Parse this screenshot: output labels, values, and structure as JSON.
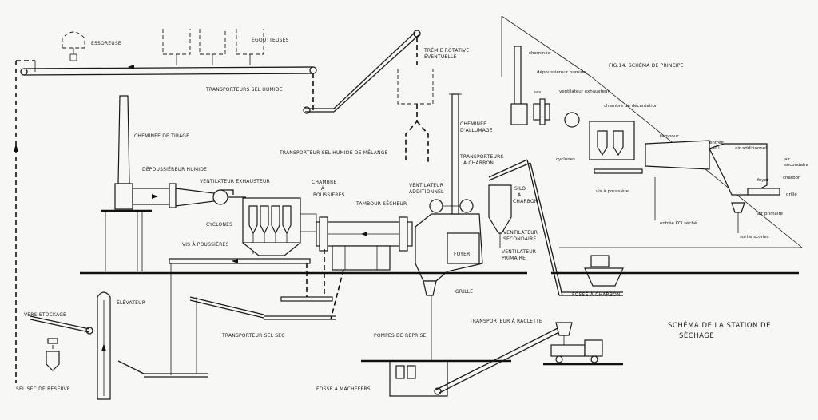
{
  "labels": {
    "essoreuse": "ESSOREUSE",
    "egoutteuses": "ÉGOUTTEUSES",
    "transporteurs_sel_humide": "TRANSPORTEURS SEL HUMIDE",
    "tremie_line1": "TRÉMIE ROTATIVE",
    "tremie_line2": "ÉVENTUELLE",
    "cheminee_tirage": "CHEMINÉE DE TIRAGE",
    "cheminee_allumage_1": "CHEMINÉE",
    "cheminee_allumage_2": "D'ALLUMAGE",
    "transporteur_sel_humide_melange": "TRANSPORTEUR SEL HUMIDE DE MÉLANGE",
    "transporteurs_charbon_1": "TRANSPORTEURS",
    "transporteurs_charbon_2": "À CHARBON",
    "depoussiereur_humide": "DÉPOUSSIÉREUR HUMIDE",
    "ventilateur_exhausteur": "VENTILATEUR EXHAUSTEUR",
    "chambre_1": "CHAMBRE",
    "chambre_2": "À",
    "chambre_3": "POUSSIÈRES",
    "ventilateur_additionnel_1": "VENTILATEUR",
    "ventilateur_additionnel_2": "ADDITIONNEL",
    "tambour_secheur": "TAMBOUR SÉCHEUR",
    "silo_1": "SILO",
    "silo_2": "À",
    "silo_3": "CHARBON",
    "cyclones": "CYCLONES",
    "vis_poussieres": "VIS À POUSSIÈRES",
    "ventilateur_secondaire_1": "VENTILATEUR",
    "ventilateur_secondaire_2": "SECONDAIRE",
    "foyer": "FOYER",
    "ventilateur_primaire_1": "VENTILATEUR",
    "ventilateur_primaire_2": "PRIMAIRE",
    "grille": "GRILLE",
    "fosse_charbon": "FOSSE À CHARBON",
    "vers_stockage": "VERS STOCKAGE",
    "elevateur": "ÉLÉVATEUR",
    "transporteur_sel_sec": "TRANSPORTEUR SEL SEC",
    "pompes_reprise": "POMPES DE REPRISE",
    "transporteur_raclette": "TRANSPORTEUR À RACLETTE",
    "fosse_machefers": "FOSSE À MÂCHEFERS",
    "sel_sec_reserve": "SEL SEC DE RÉSERVE",
    "schema_line1": "SCHÉMA DE LA STATION DE",
    "schema_line2": "SÉCHAGE"
  },
  "inset": {
    "title": "FIG.14. SCHÉMA DE PRINCIPE",
    "cheminee": "cheminée",
    "depoussiereur": "dépoussiéreur humide",
    "sas": "sas",
    "ventilateur_exhausteur": "ventilateur exhausteur",
    "chambre_decantation": "chambre de décantation",
    "tambour": "tambour",
    "entree_kcl_1": "entrée",
    "entree_kcl_2": "KCl",
    "air_additionnel": "air additionnel",
    "air_secondaire_1": "air",
    "air_secondaire_2": "secondaire",
    "charbon": "charbon",
    "foyer": "foyer",
    "grille": "grille",
    "cyclones": "cyclones",
    "vis_poussiere": "vis à poussière",
    "air_primaire": "air primaire",
    "entree_kcl_sechee": "entrée KCl séché",
    "sortie_scories": "sortie scories"
  }
}
